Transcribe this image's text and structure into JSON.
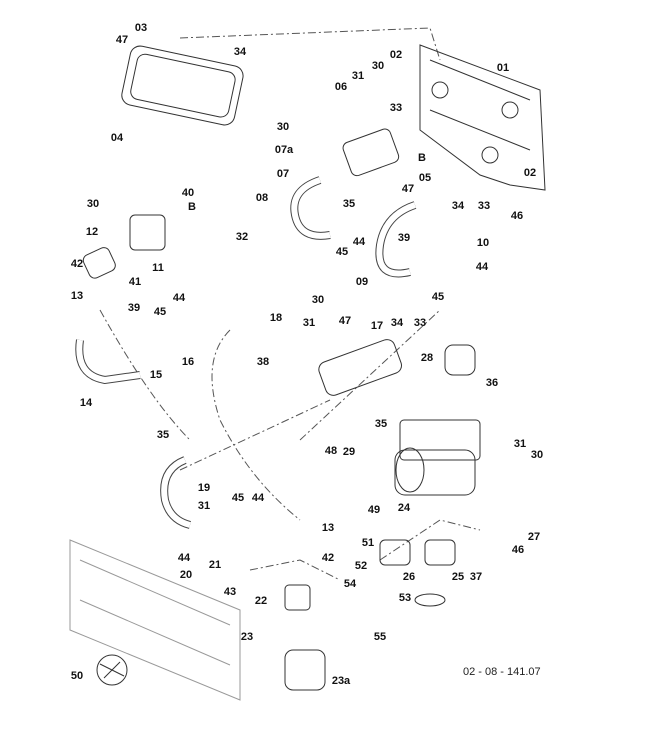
{
  "diagram": {
    "labels": [
      "03",
      "47",
      "34",
      "02",
      "01",
      "31",
      "30",
      "06",
      "33",
      "04",
      "30",
      "07a",
      "07",
      "05",
      "B",
      "47",
      "02",
      "08",
      "35",
      "34",
      "33",
      "46",
      "39",
      "10",
      "44",
      "45",
      "44",
      "09",
      "45",
      "30",
      "40",
      "B",
      "12",
      "32",
      "11",
      "42",
      "41",
      "39",
      "13",
      "44",
      "45",
      "16",
      "15",
      "14",
      "30",
      "47",
      "18",
      "31",
      "17",
      "34",
      "33",
      "28",
      "38",
      "36",
      "35",
      "35",
      "31",
      "48",
      "29",
      "30",
      "19",
      "45",
      "44",
      "31",
      "49",
      "24",
      "13",
      "27",
      "51",
      "52",
      "46",
      "44",
      "20",
      "21",
      "42",
      "26",
      "25",
      "37",
      "43",
      "54",
      "22",
      "53",
      "23",
      "55",
      "50",
      "23a"
    ],
    "caption": "02 - 08 - 141.07"
  }
}
